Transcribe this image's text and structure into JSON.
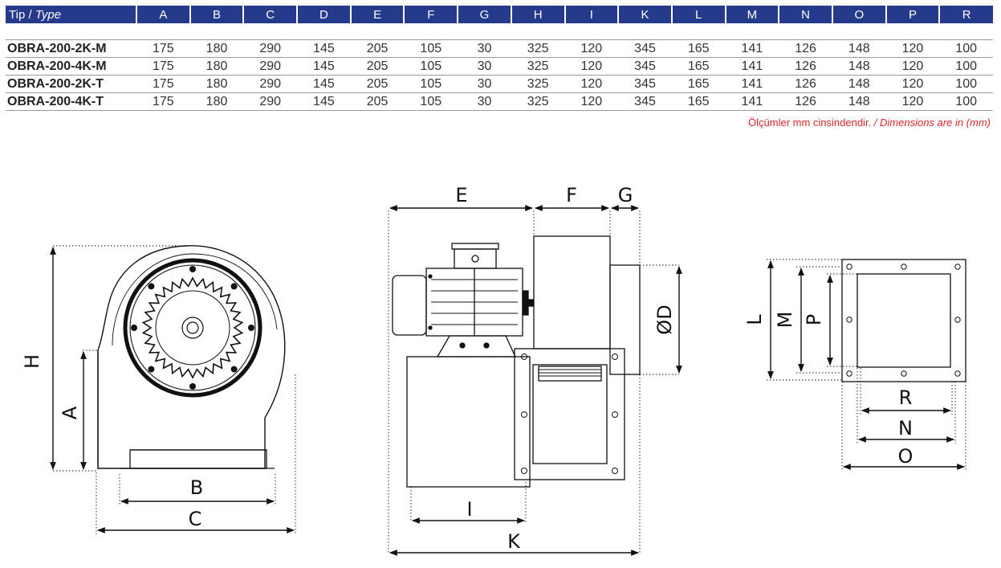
{
  "table": {
    "type_label": "Tip /",
    "type_label_en": "Type",
    "columns": [
      "A",
      "B",
      "C",
      "D",
      "E",
      "F",
      "G",
      "H",
      "I",
      "K",
      "L",
      "M",
      "N",
      "O",
      "P",
      "R"
    ],
    "rows": [
      {
        "model": "OBRA-200-2K-M",
        "values": [
          "175",
          "180",
          "290",
          "145",
          "205",
          "105",
          "30",
          "325",
          "120",
          "345",
          "165",
          "141",
          "126",
          "148",
          "120",
          "100"
        ]
      },
      {
        "model": "OBRA-200-4K-M",
        "values": [
          "175",
          "180",
          "290",
          "145",
          "205",
          "105",
          "30",
          "325",
          "120",
          "345",
          "165",
          "141",
          "126",
          "148",
          "120",
          "100"
        ]
      },
      {
        "model": "OBRA-200-2K-T",
        "values": [
          "175",
          "180",
          "290",
          "145",
          "205",
          "105",
          "30",
          "325",
          "120",
          "345",
          "165",
          "141",
          "126",
          "148",
          "120",
          "100"
        ]
      },
      {
        "model": "OBRA-200-4K-T",
        "values": [
          "175",
          "180",
          "290",
          "145",
          "205",
          "105",
          "30",
          "325",
          "120",
          "345",
          "165",
          "141",
          "126",
          "148",
          "120",
          "100"
        ]
      }
    ]
  },
  "note": {
    "tr": "Ölçümler mm cinsindendir.",
    "en": "/ Dimensions are in (mm)"
  },
  "dimension_labels": {
    "h": "H",
    "a": "A",
    "b": "B",
    "c": "C",
    "e": "E",
    "f": "F",
    "g": "G",
    "d": "ØD",
    "i": "I",
    "k": "K",
    "l": "L",
    "m": "M",
    "p": "P",
    "r": "R",
    "n": "N",
    "o": "O"
  },
  "colors": {
    "header_bg": "#253a8a",
    "note": "#d9262b"
  }
}
